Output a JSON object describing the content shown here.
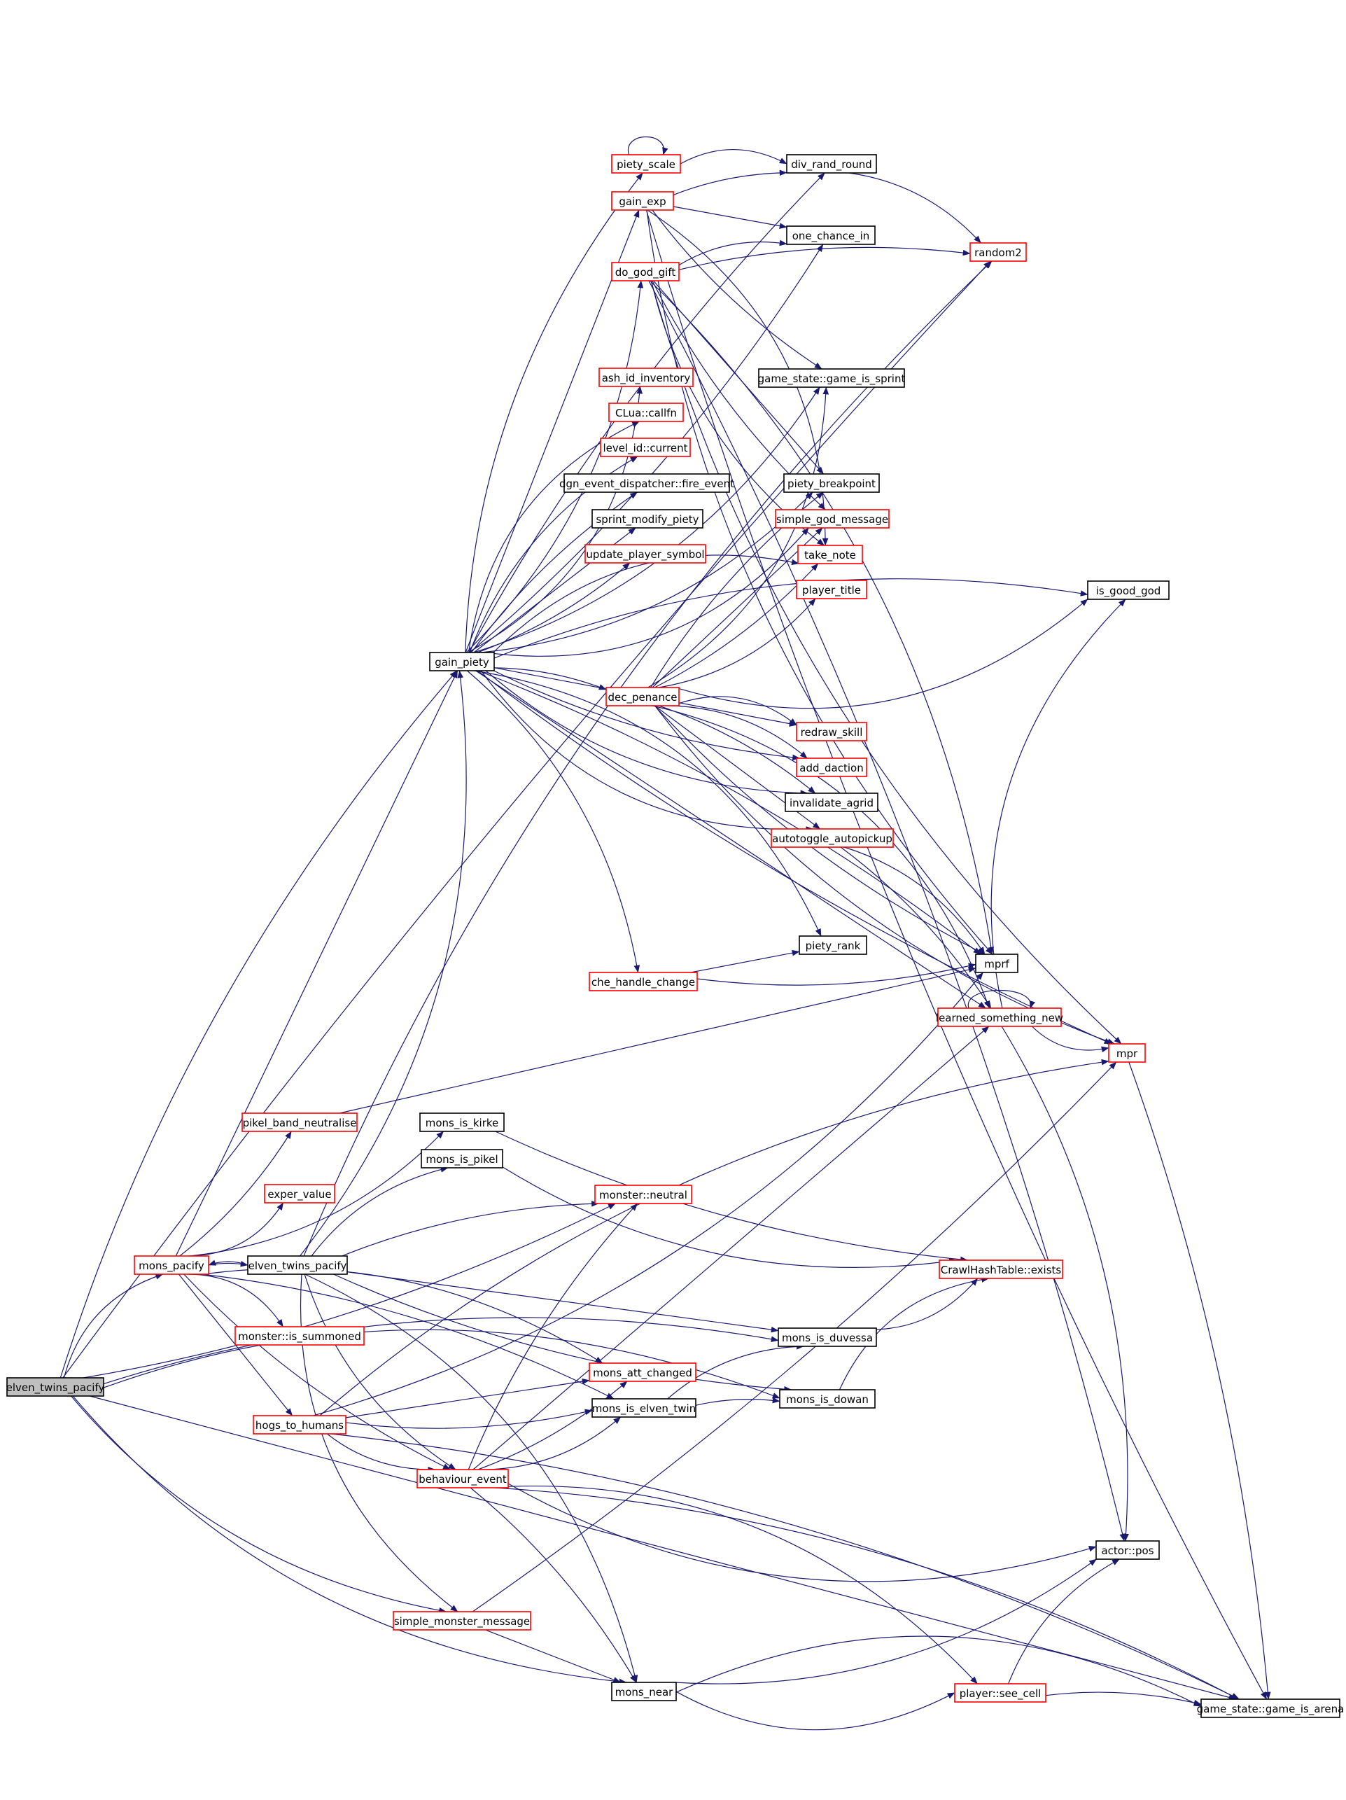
{
  "colors": {
    "edge": "#191970",
    "box_black": "#000000",
    "box_red": "#ff0000",
    "root_fill": "#bfbfbf",
    "text": "#000000"
  },
  "nodes": [
    {
      "id": "elven_twins_pacify_root",
      "label": "elven_twins_pacify",
      "style": "root"
    },
    {
      "id": "mons_pacify",
      "label": "mons_pacify",
      "style": "red"
    },
    {
      "id": "elven_twins_pacify",
      "label": "elven_twins_pacify",
      "style": "black"
    },
    {
      "id": "gain_piety",
      "label": "gain_piety",
      "style": "black"
    },
    {
      "id": "piety_scale",
      "label": "piety_scale",
      "style": "red"
    },
    {
      "id": "div_rand_round",
      "label": "div_rand_round",
      "style": "black"
    },
    {
      "id": "gain_exp",
      "label": "gain_exp",
      "style": "red"
    },
    {
      "id": "one_chance_in",
      "label": "one_chance_in",
      "style": "black"
    },
    {
      "id": "do_god_gift",
      "label": "do_god_gift",
      "style": "red"
    },
    {
      "id": "random2",
      "label": "random2",
      "style": "red"
    },
    {
      "id": "ash_id_inventory",
      "label": "ash_id_inventory",
      "style": "red"
    },
    {
      "id": "game_is_sprint",
      "label": "game_state::game_is_sprint",
      "style": "black"
    },
    {
      "id": "clua_callfn",
      "label": "CLua::callfn",
      "style": "red"
    },
    {
      "id": "level_id_current",
      "label": "level_id::current",
      "style": "red"
    },
    {
      "id": "dgn_fire_event",
      "label": "dgn_event_dispatcher::fire_event",
      "style": "black"
    },
    {
      "id": "piety_breakpoint",
      "label": "piety_breakpoint",
      "style": "black"
    },
    {
      "id": "sprint_modify_piety",
      "label": "sprint_modify_piety",
      "style": "black"
    },
    {
      "id": "simple_god_message",
      "label": "simple_god_message",
      "style": "red"
    },
    {
      "id": "update_player_symbol",
      "label": "update_player_symbol",
      "style": "red"
    },
    {
      "id": "take_note",
      "label": "take_note",
      "style": "red"
    },
    {
      "id": "player_title",
      "label": "player_title",
      "style": "red"
    },
    {
      "id": "is_good_god",
      "label": "is_good_god",
      "style": "black"
    },
    {
      "id": "dec_penance",
      "label": "dec_penance",
      "style": "red"
    },
    {
      "id": "redraw_skill",
      "label": "redraw_skill",
      "style": "red"
    },
    {
      "id": "add_daction",
      "label": "add_daction",
      "style": "red"
    },
    {
      "id": "invalidate_agrid",
      "label": "invalidate_agrid",
      "style": "black"
    },
    {
      "id": "autotoggle_autopickup",
      "label": "autotoggle_autopickup",
      "style": "red"
    },
    {
      "id": "piety_rank",
      "label": "piety_rank",
      "style": "black"
    },
    {
      "id": "mprf",
      "label": "mprf",
      "style": "black"
    },
    {
      "id": "che_handle_change",
      "label": "che_handle_change",
      "style": "red"
    },
    {
      "id": "learned_something_new",
      "label": "learned_something_new",
      "style": "red"
    },
    {
      "id": "mpr",
      "label": "mpr",
      "style": "red"
    },
    {
      "id": "pikel_band_neutralise",
      "label": "pikel_band_neutralise",
      "style": "red"
    },
    {
      "id": "mons_is_kirke",
      "label": "mons_is_kirke",
      "style": "black"
    },
    {
      "id": "mons_is_pikel",
      "label": "mons_is_pikel",
      "style": "black"
    },
    {
      "id": "exper_value",
      "label": "exper_value",
      "style": "red"
    },
    {
      "id": "monster_neutral",
      "label": "monster::neutral",
      "style": "red"
    },
    {
      "id": "crawl_hash_exists",
      "label": "CrawlHashTable::exists",
      "style": "red"
    },
    {
      "id": "monster_is_summoned",
      "label": "monster::is_summoned",
      "style": "red"
    },
    {
      "id": "mons_is_duvessa",
      "label": "mons_is_duvessa",
      "style": "black"
    },
    {
      "id": "mons_att_changed",
      "label": "mons_att_changed",
      "style": "red"
    },
    {
      "id": "mons_is_elven_twin",
      "label": "mons_is_elven_twin",
      "style": "black"
    },
    {
      "id": "mons_is_dowan",
      "label": "mons_is_dowan",
      "style": "black"
    },
    {
      "id": "hogs_to_humans",
      "label": "hogs_to_humans",
      "style": "red"
    },
    {
      "id": "behaviour_event",
      "label": "behaviour_event",
      "style": "red"
    },
    {
      "id": "actor_pos",
      "label": "actor::pos",
      "style": "black"
    },
    {
      "id": "simple_monster_message",
      "label": "simple_monster_message",
      "style": "red"
    },
    {
      "id": "mons_near",
      "label": "mons_near",
      "style": "black"
    },
    {
      "id": "player_see_cell",
      "label": "player::see_cell",
      "style": "red"
    },
    {
      "id": "game_is_arena",
      "label": "game_state::game_is_arena",
      "style": "black"
    }
  ],
  "edges": [
    [
      "elven_twins_pacify_root",
      "mons_pacify"
    ],
    [
      "elven_twins_pacify_root",
      "gain_piety"
    ],
    [
      "elven_twins_pacify_root",
      "random2"
    ],
    [
      "elven_twins_pacify_root",
      "game_is_arena"
    ],
    [
      "elven_twins_pacify_root",
      "monster_neutral"
    ],
    [
      "elven_twins_pacify_root",
      "simple_monster_message"
    ],
    [
      "elven_twins_pacify_root",
      "mons_near"
    ],
    [
      "elven_twins_pacify_root",
      "mons_is_dowan"
    ],
    [
      "elven_twins_pacify_root",
      "mons_is_duvessa"
    ],
    [
      "mons_pacify",
      "elven_twins_pacify"
    ],
    [
      "mons_pacify",
      "gain_piety"
    ],
    [
      "mons_pacify",
      "pikel_band_neutralise"
    ],
    [
      "mons_pacify",
      "mons_is_kirke"
    ],
    [
      "mons_pacify",
      "exper_value"
    ],
    [
      "mons_pacify",
      "monster_is_summoned"
    ],
    [
      "mons_pacify",
      "mons_att_changed"
    ],
    [
      "mons_pacify",
      "mons_is_elven_twin"
    ],
    [
      "mons_pacify",
      "hogs_to_humans"
    ],
    [
      "mons_pacify",
      "behaviour_event"
    ],
    [
      "elven_twins_pacify",
      "mons_pacify"
    ],
    [
      "elven_twins_pacify",
      "gain_piety"
    ],
    [
      "elven_twins_pacify",
      "random2"
    ],
    [
      "elven_twins_pacify",
      "mons_is_pikel"
    ],
    [
      "elven_twins_pacify",
      "monster_neutral"
    ],
    [
      "elven_twins_pacify",
      "mons_is_duvessa"
    ],
    [
      "elven_twins_pacify",
      "mons_is_dowan"
    ],
    [
      "elven_twins_pacify",
      "behaviour_event"
    ],
    [
      "elven_twins_pacify",
      "simple_monster_message"
    ],
    [
      "elven_twins_pacify",
      "mons_near"
    ],
    [
      "gain_piety",
      "piety_scale"
    ],
    [
      "gain_piety",
      "div_rand_round"
    ],
    [
      "gain_piety",
      "gain_exp"
    ],
    [
      "gain_piety",
      "one_chance_in"
    ],
    [
      "gain_piety",
      "do_god_gift"
    ],
    [
      "gain_piety",
      "ash_id_inventory"
    ],
    [
      "gain_piety",
      "clua_callfn"
    ],
    [
      "gain_piety",
      "level_id_current"
    ],
    [
      "gain_piety",
      "dgn_fire_event"
    ],
    [
      "gain_piety",
      "sprint_modify_piety"
    ],
    [
      "gain_piety",
      "update_player_symbol"
    ],
    [
      "gain_piety",
      "piety_breakpoint"
    ],
    [
      "gain_piety",
      "simple_god_message"
    ],
    [
      "gain_piety",
      "take_note"
    ],
    [
      "gain_piety",
      "is_good_god"
    ],
    [
      "gain_piety",
      "dec_penance"
    ],
    [
      "gain_piety",
      "redraw_skill"
    ],
    [
      "gain_piety",
      "add_daction"
    ],
    [
      "gain_piety",
      "invalidate_agrid"
    ],
    [
      "gain_piety",
      "autotoggle_autopickup"
    ],
    [
      "gain_piety",
      "piety_rank"
    ],
    [
      "gain_piety",
      "che_handle_change"
    ],
    [
      "gain_piety",
      "mprf"
    ],
    [
      "gain_piety",
      "learned_something_new"
    ],
    [
      "gain_piety",
      "mpr"
    ],
    [
      "gain_piety",
      "game_is_sprint"
    ],
    [
      "piety_scale",
      "piety_scale"
    ],
    [
      "piety_scale",
      "div_rand_round"
    ],
    [
      "div_rand_round",
      "random2"
    ],
    [
      "gain_exp",
      "div_rand_round"
    ],
    [
      "gain_exp",
      "one_chance_in"
    ],
    [
      "gain_exp",
      "game_is_sprint"
    ],
    [
      "gain_exp",
      "game_is_arena"
    ],
    [
      "gain_exp",
      "mprf"
    ],
    [
      "gain_exp",
      "take_note"
    ],
    [
      "do_god_gift",
      "one_chance_in"
    ],
    [
      "do_god_gift",
      "random2"
    ],
    [
      "do_god_gift",
      "piety_breakpoint"
    ],
    [
      "do_god_gift",
      "simple_god_message"
    ],
    [
      "do_god_gift",
      "take_note"
    ],
    [
      "do_god_gift",
      "mpr"
    ],
    [
      "do_god_gift",
      "mprf"
    ],
    [
      "do_god_gift",
      "actor_pos"
    ],
    [
      "dec_penance",
      "piety_breakpoint"
    ],
    [
      "dec_penance",
      "simple_god_message"
    ],
    [
      "dec_penance",
      "take_note"
    ],
    [
      "dec_penance",
      "player_title"
    ],
    [
      "dec_penance",
      "is_good_god"
    ],
    [
      "dec_penance",
      "redraw_skill"
    ],
    [
      "dec_penance",
      "add_daction"
    ],
    [
      "dec_penance",
      "invalidate_agrid"
    ],
    [
      "dec_penance",
      "autotoggle_autopickup"
    ],
    [
      "dec_penance",
      "mprf"
    ],
    [
      "dec_penance",
      "mpr"
    ],
    [
      "dec_penance",
      "game_is_sprint"
    ],
    [
      "dec_penance",
      "learned_something_new"
    ],
    [
      "autotoggle_autopickup",
      "mprf"
    ],
    [
      "autotoggle_autopickup",
      "learned_something_new"
    ],
    [
      "che_handle_change",
      "piety_rank"
    ],
    [
      "che_handle_change",
      "mprf"
    ],
    [
      "learned_something_new",
      "learned_something_new"
    ],
    [
      "learned_something_new",
      "mpr"
    ],
    [
      "learned_something_new",
      "is_good_god"
    ],
    [
      "learned_something_new",
      "actor_pos"
    ],
    [
      "mpr",
      "game_is_arena"
    ],
    [
      "pikel_band_neutralise",
      "mprf"
    ],
    [
      "mons_is_kirke",
      "crawl_hash_exists"
    ],
    [
      "mons_is_pikel",
      "crawl_hash_exists"
    ],
    [
      "mons_is_duvessa",
      "crawl_hash_exists"
    ],
    [
      "mons_is_dowan",
      "crawl_hash_exists"
    ],
    [
      "mons_is_elven_twin",
      "mons_is_duvessa"
    ],
    [
      "mons_is_elven_twin",
      "mons_is_dowan"
    ],
    [
      "hogs_to_humans",
      "mons_att_changed"
    ],
    [
      "hogs_to_humans",
      "mons_is_elven_twin"
    ],
    [
      "hogs_to_humans",
      "behaviour_event"
    ],
    [
      "hogs_to_humans",
      "mprf"
    ],
    [
      "hogs_to_humans",
      "mpr"
    ],
    [
      "hogs_to_humans",
      "game_is_arena"
    ],
    [
      "behaviour_event",
      "monster_neutral"
    ],
    [
      "behaviour_event",
      "learned_something_new"
    ],
    [
      "behaviour_event",
      "mons_att_changed"
    ],
    [
      "behaviour_event",
      "mons_is_elven_twin"
    ],
    [
      "behaviour_event",
      "actor_pos"
    ],
    [
      "behaviour_event",
      "player_see_cell"
    ],
    [
      "behaviour_event",
      "game_is_arena"
    ],
    [
      "behaviour_event",
      "mons_near"
    ],
    [
      "simple_monster_message",
      "mons_near"
    ],
    [
      "simple_monster_message",
      "mpr"
    ],
    [
      "mons_near",
      "actor_pos"
    ],
    [
      "mons_near",
      "player_see_cell"
    ],
    [
      "mons_near",
      "game_is_arena"
    ],
    [
      "player_see_cell",
      "actor_pos"
    ],
    [
      "player_see_cell",
      "game_is_arena"
    ]
  ]
}
